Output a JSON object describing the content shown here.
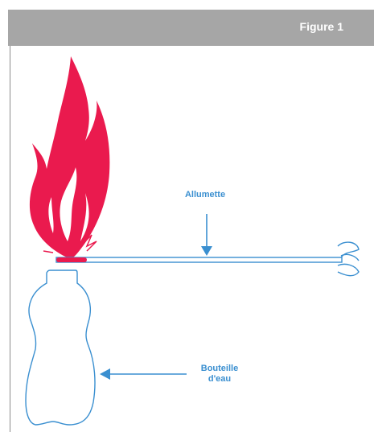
{
  "header": {
    "title": "Figure 1"
  },
  "labels": {
    "match": "Allumette",
    "bottle_line1": "Bouteille",
    "bottle_line2": "d'eau"
  },
  "colors": {
    "header_bg": "#a6a6a6",
    "flame": "#ea1a4e",
    "outline": "#3a8fd0",
    "rule": "#8c8c8c"
  },
  "icons": {
    "flame": "flame-icon",
    "match": "match-stick",
    "bottle": "water-bottle",
    "arrow_down": "arrow-down-icon",
    "arrow_left": "arrow-left-icon"
  }
}
